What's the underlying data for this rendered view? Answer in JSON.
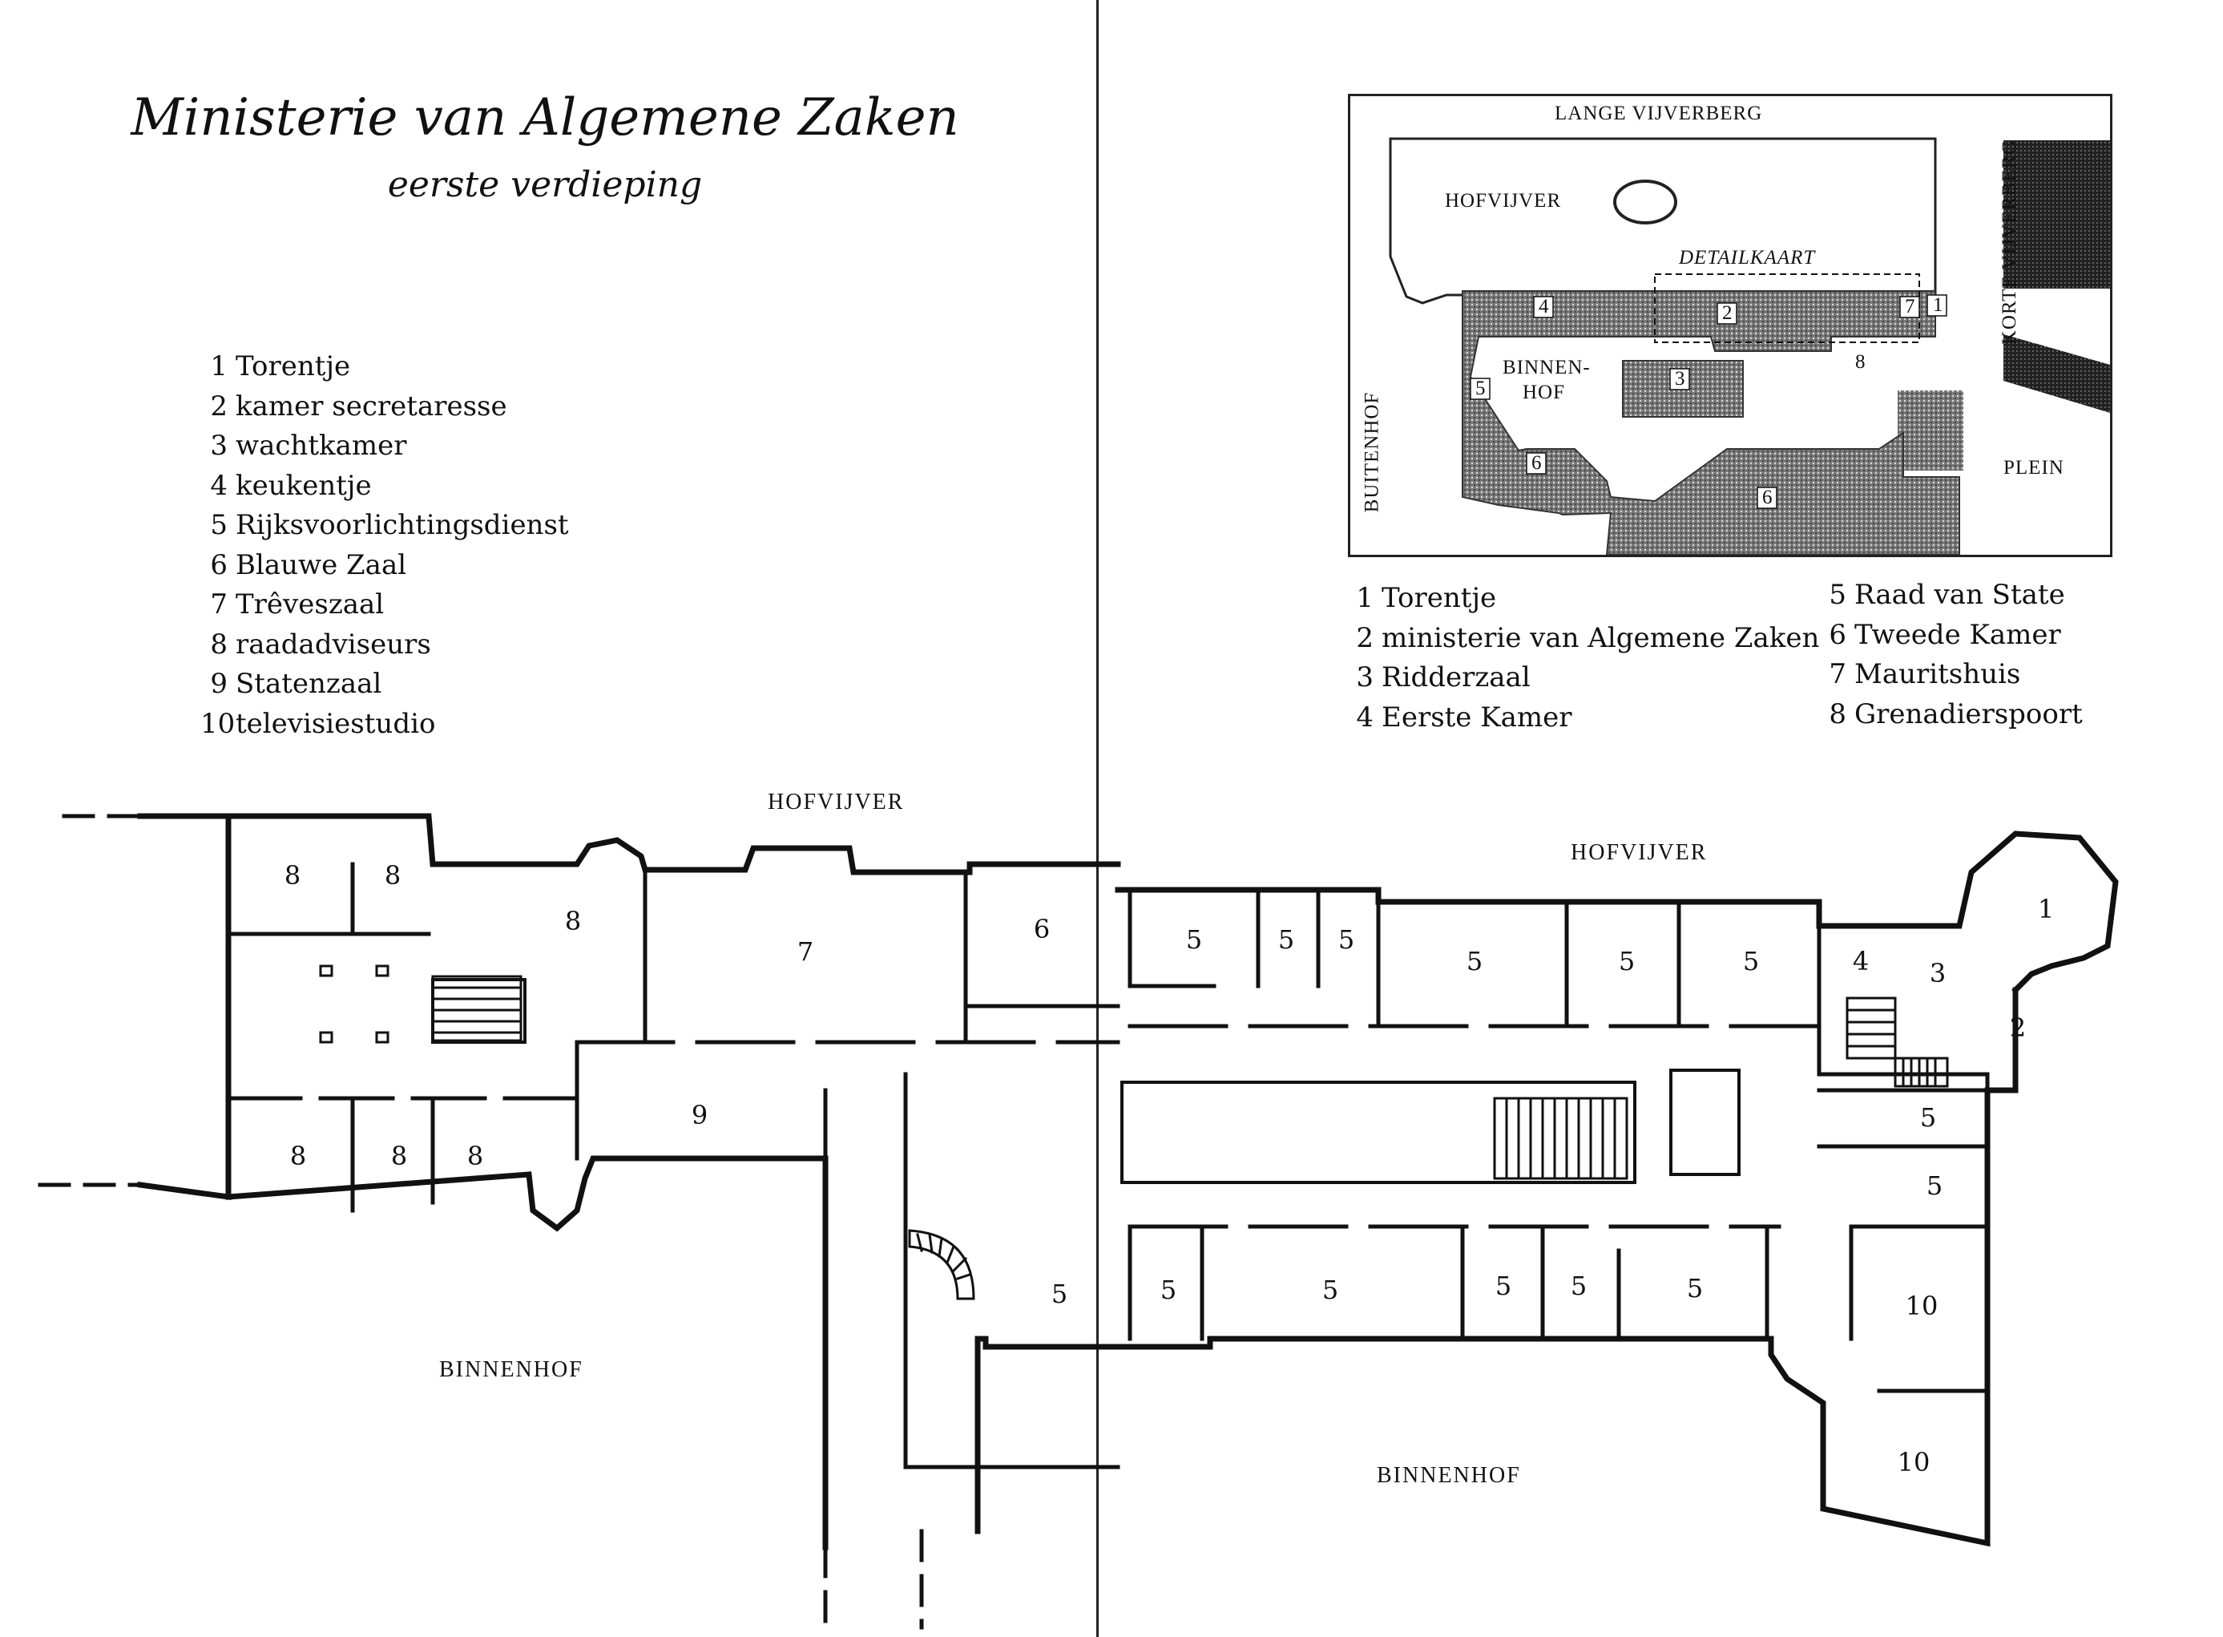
{
  "title": "Ministerie van Algemene Zaken",
  "subtitle": "eerste verdieping",
  "legend_main": [
    {
      "num": "1",
      "label": "Torentje"
    },
    {
      "num": "2",
      "label": "kamer secretaresse"
    },
    {
      "num": "3",
      "label": "wachtkamer"
    },
    {
      "num": "4",
      "label": "keukentje"
    },
    {
      "num": "5",
      "label": "Rijksvoorlichtingsdienst"
    },
    {
      "num": "6",
      "label": "Blauwe Zaal"
    },
    {
      "num": "7",
      "label": "Trêveszaal"
    },
    {
      "num": "8",
      "label": "raadadviseurs"
    },
    {
      "num": "9",
      "label": "Statenzaal"
    },
    {
      "num": "10",
      "label": "televisiestudio"
    }
  ],
  "legend_inset_left": [
    {
      "num": "1",
      "label": "Torentje"
    },
    {
      "num": "2",
      "label": "ministerie van Algemene Zaken"
    },
    {
      "num": "3",
      "label": "Ridderzaal"
    },
    {
      "num": "4",
      "label": "Eerste Kamer"
    }
  ],
  "legend_inset_right": [
    {
      "num": "5",
      "label": "Raad van State"
    },
    {
      "num": "6",
      "label": "Tweede Kamer"
    },
    {
      "num": "7",
      "label": "Mauritshuis"
    },
    {
      "num": "8",
      "label": "Grenadierspoort"
    }
  ],
  "inset_map": {
    "street_top": "LANGE VIJVERBERG",
    "pond": "HOFVIJVER",
    "detail": "DETAILKAART",
    "binnenhof": [
      "BINNEN-",
      "HOF"
    ],
    "buitenhof": "BUITENHOF",
    "korte": "KORTE VIJVERBERG",
    "plein": "PLEIN",
    "numbers": [
      "1",
      "2",
      "3",
      "4",
      "5",
      "6",
      "6",
      "7",
      "8"
    ]
  },
  "plan_labels": {
    "hofvijver_left": "HOFVIJVER",
    "hofvijver_right": "HOFVIJVER",
    "binnenhof_left": "BINNENHOF",
    "binnenhof_right": "BINNENHOF"
  },
  "room_numbers": [
    "8",
    "8",
    "8",
    "7",
    "6",
    "9",
    "8",
    "8",
    "8",
    "5",
    "5",
    "5",
    "5",
    "5",
    "5",
    "4",
    "3",
    "1",
    "2",
    "5",
    "5",
    "5",
    "5",
    "5",
    "5",
    "5",
    "5",
    "10",
    "10"
  ]
}
